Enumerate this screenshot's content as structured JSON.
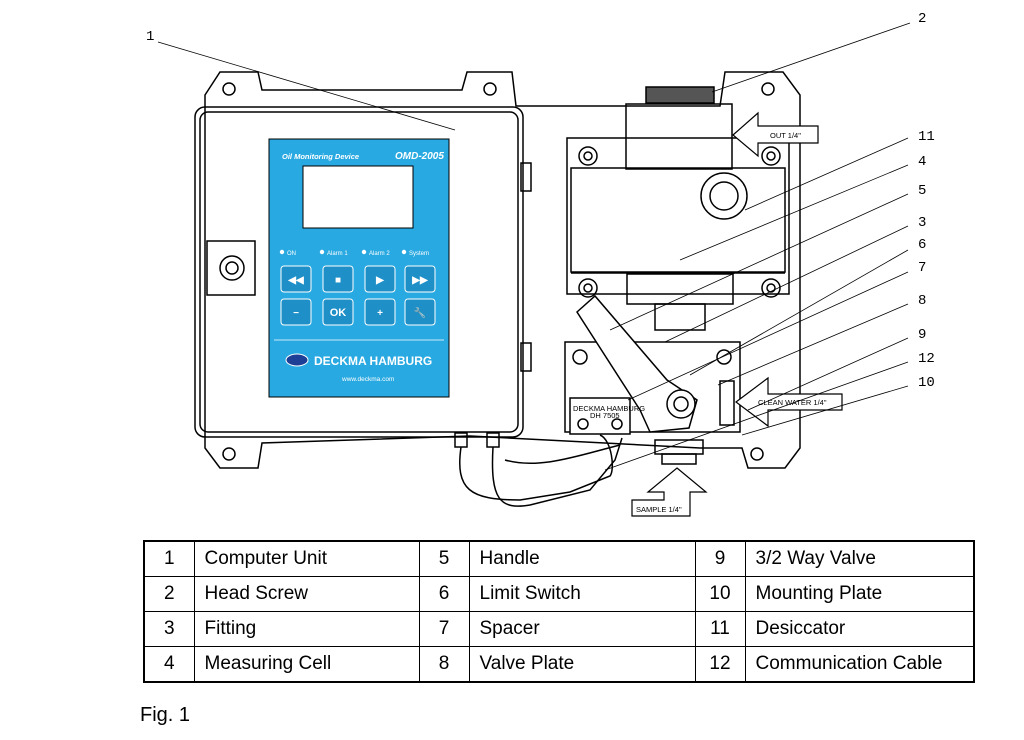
{
  "callouts": [
    "1",
    "2",
    "11",
    "4",
    "5",
    "3",
    "6",
    "7",
    "8",
    "9",
    "12",
    "10"
  ],
  "ports": {
    "out": "OUT 1/4\"",
    "clean_water": "CLEAN WATER 1/4\"",
    "sample": "SAMPLE 1/4\""
  },
  "panel": {
    "device_name": "Oil Monitoring Device",
    "model": "OMD-2005",
    "leds": [
      "ON",
      "Alarm 1",
      "Alarm 2",
      "System"
    ],
    "buttons_row1": [
      "◀◀",
      "■",
      "▶",
      "▶▶"
    ],
    "buttons_row2": [
      "−",
      "OK",
      "+",
      "🔧"
    ],
    "brand": "DECKMA HAMBURG",
    "website": "www.deckma.com"
  },
  "limit_switch_label": "DECKMA HAMBURG",
  "limit_switch_sublabel": "DH 7505",
  "parts": [
    [
      {
        "n": "1",
        "name": "Computer Unit"
      },
      {
        "n": "5",
        "name": "Handle"
      },
      {
        "n": "9",
        "name": "3/2 Way Valve"
      }
    ],
    [
      {
        "n": "2",
        "name": "Head Screw"
      },
      {
        "n": "6",
        "name": "Limit Switch"
      },
      {
        "n": "10",
        "name": "Mounting Plate"
      }
    ],
    [
      {
        "n": "3",
        "name": "Fitting"
      },
      {
        "n": "7",
        "name": "Spacer"
      },
      {
        "n": "11",
        "name": "Desiccator"
      }
    ],
    [
      {
        "n": "4",
        "name": "Measuring Cell"
      },
      {
        "n": "8",
        "name": "Valve Plate"
      },
      {
        "n": "12",
        "name": "Communication Cable"
      }
    ]
  ],
  "figure_caption": "Fig. 1",
  "colors": {
    "panel_blue": "#29a9e1",
    "line": "#000000",
    "display": "#ffffff"
  }
}
